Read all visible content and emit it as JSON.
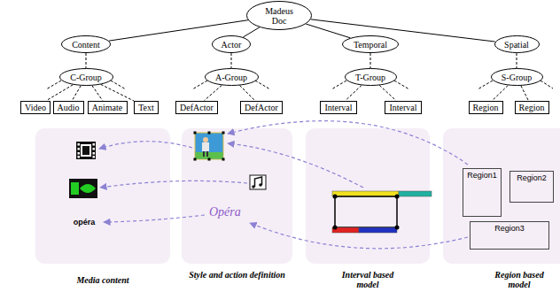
{
  "diagram": {
    "nodes": [
      {
        "text": [
          "Madeus Doc"
        ]
      },
      {
        "text": [
          "Content"
        ]
      },
      {
        "text": [
          "Actor"
        ]
      },
      {
        "text": [
          "Temporal"
        ]
      },
      {
        "text": [
          "Spatial"
        ]
      },
      {
        "text": [
          "C-Group"
        ]
      },
      {
        "text": [
          "A-Group"
        ]
      },
      {
        "text": [
          "T-Group"
        ]
      },
      {
        "text": [
          "S-Group"
        ]
      },
      {
        "text": [
          "Video"
        ]
      },
      {
        "text": [
          "Audio"
        ]
      },
      {
        "text": [
          "Animate"
        ]
      },
      {
        "text": [
          "Text"
        ]
      },
      {
        "text": [
          "DefActor"
        ]
      },
      {
        "text": [
          "DefActor"
        ]
      },
      {
        "text": [
          "Interval"
        ]
      },
      {
        "text": [
          "Interval"
        ]
      },
      {
        "text": [
          "Region"
        ]
      },
      {
        "text": [
          "Region"
        ]
      },
      {
        "text": [
          "opéra",
          "Media content"
        ]
      },
      {
        "text": [
          "Opéra",
          "Style and action definition"
        ]
      },
      {
        "text": [
          "Interval based model"
        ]
      },
      {
        "text": [
          "Region based model"
        ]
      },
      {
        "text": [
          "Region1"
        ],
        "in": 22
      },
      {
        "text": [
          "Region2"
        ],
        "in": 22
      },
      {
        "text": [
          "Region3"
        ],
        "in": 22
      }
    ],
    "edges": [
      {
        "from": 0,
        "to": 1,
        "arrow": "none"
      },
      {
        "from": 0,
        "to": 2,
        "arrow": "none"
      },
      {
        "from": 0,
        "to": 3,
        "arrow": "none"
      },
      {
        "from": 0,
        "to": 4,
        "arrow": "none"
      },
      {
        "from": 1,
        "to": 5,
        "arrow": "none"
      },
      {
        "from": 2,
        "to": 6,
        "arrow": "none"
      },
      {
        "from": 3,
        "to": 7,
        "arrow": "none"
      },
      {
        "from": 4,
        "to": 8,
        "arrow": "none"
      },
      {
        "from": 5,
        "to": 9,
        "arrow": "none"
      },
      {
        "from": 5,
        "to": 10,
        "arrow": "none"
      },
      {
        "from": 5,
        "to": 11,
        "arrow": "none"
      },
      {
        "from": 5,
        "to": 12,
        "arrow": "none"
      },
      {
        "from": 6,
        "to": 13,
        "arrow": "none"
      },
      {
        "from": 6,
        "to": 14,
        "arrow": "none"
      },
      {
        "from": 7,
        "to": 15,
        "arrow": "none"
      },
      {
        "from": 7,
        "to": 16,
        "arrow": "none"
      },
      {
        "from": 8,
        "to": 17,
        "arrow": "none"
      },
      {
        "from": 8,
        "to": 18,
        "arrow": "none"
      }
    ]
  }
}
